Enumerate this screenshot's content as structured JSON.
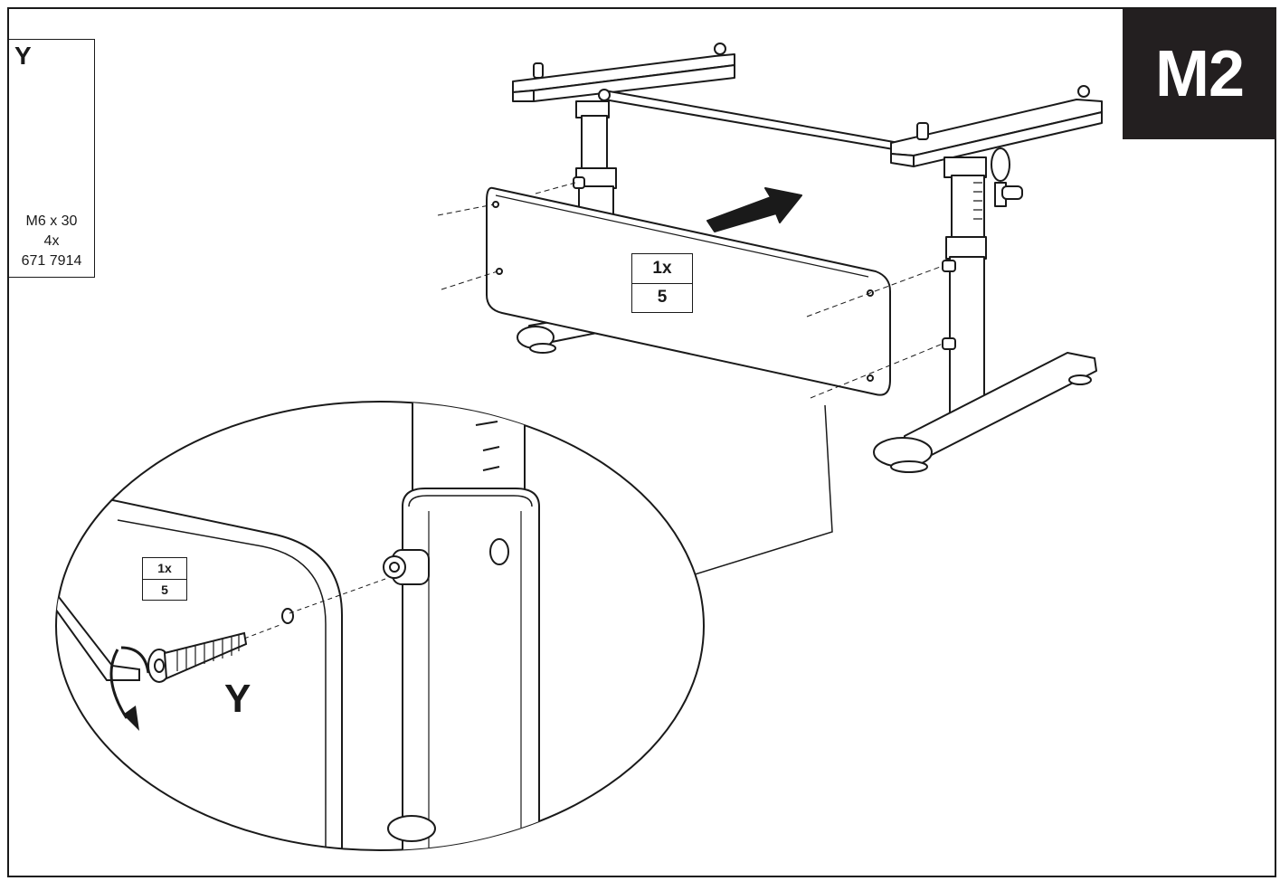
{
  "step": {
    "label": "M2"
  },
  "parts": {
    "letter": "Y",
    "size": "M6 x 30",
    "quantity": "4x",
    "article_number": "671 7914"
  },
  "main_count": {
    "quantity": "1x",
    "step_ref": "5"
  },
  "detail": {
    "count_quantity": "1x",
    "count_step_ref": "5",
    "part_letter": "Y"
  },
  "colors": {
    "line": "#1a1a1a",
    "badge_background": "#231f20",
    "badge_text": "#ffffff"
  }
}
